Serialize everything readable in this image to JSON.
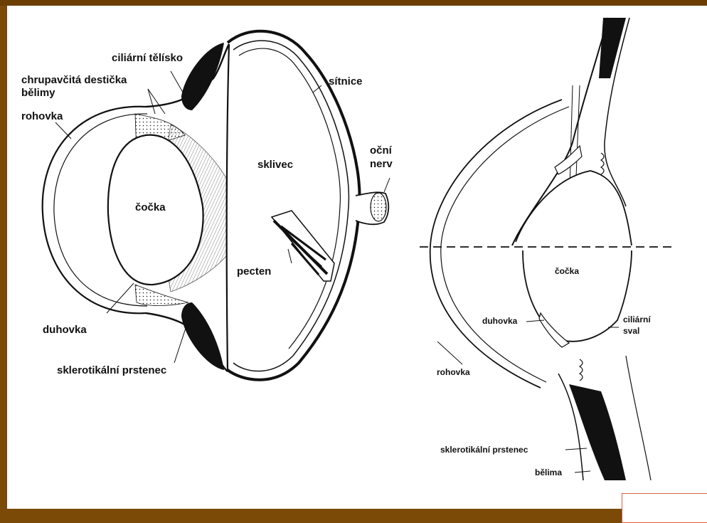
{
  "left_diagram": {
    "labels": {
      "cilliarni_telisko": "ciliární tělísko",
      "chrupavcita_line1": "chrupavčitá destička",
      "chrupavcita_line2": "bělimy",
      "rohovka": "rohovka",
      "sitnice": "sítnice",
      "ocni_line1": "oční",
      "ocni_line2": "nerv",
      "sklivec": "sklivec",
      "cocka": "čočka",
      "pecten": "pecten",
      "duhovka": "duhovka",
      "sklerotikalni": "sklerotikální prstenec"
    }
  },
  "right_diagram": {
    "labels": {
      "cocka": "čočka",
      "duhovka": "duhovka",
      "ciliarni_line1": "ciliární",
      "ciliarni_line2": "sval",
      "rohovka": "rohovka",
      "sklerotikalni": "sklerotikální prstenec",
      "belima": "bělima"
    }
  },
  "colors": {
    "frame": "#7a4a06",
    "ink": "#111111",
    "accent_box": "#e05a3a"
  }
}
